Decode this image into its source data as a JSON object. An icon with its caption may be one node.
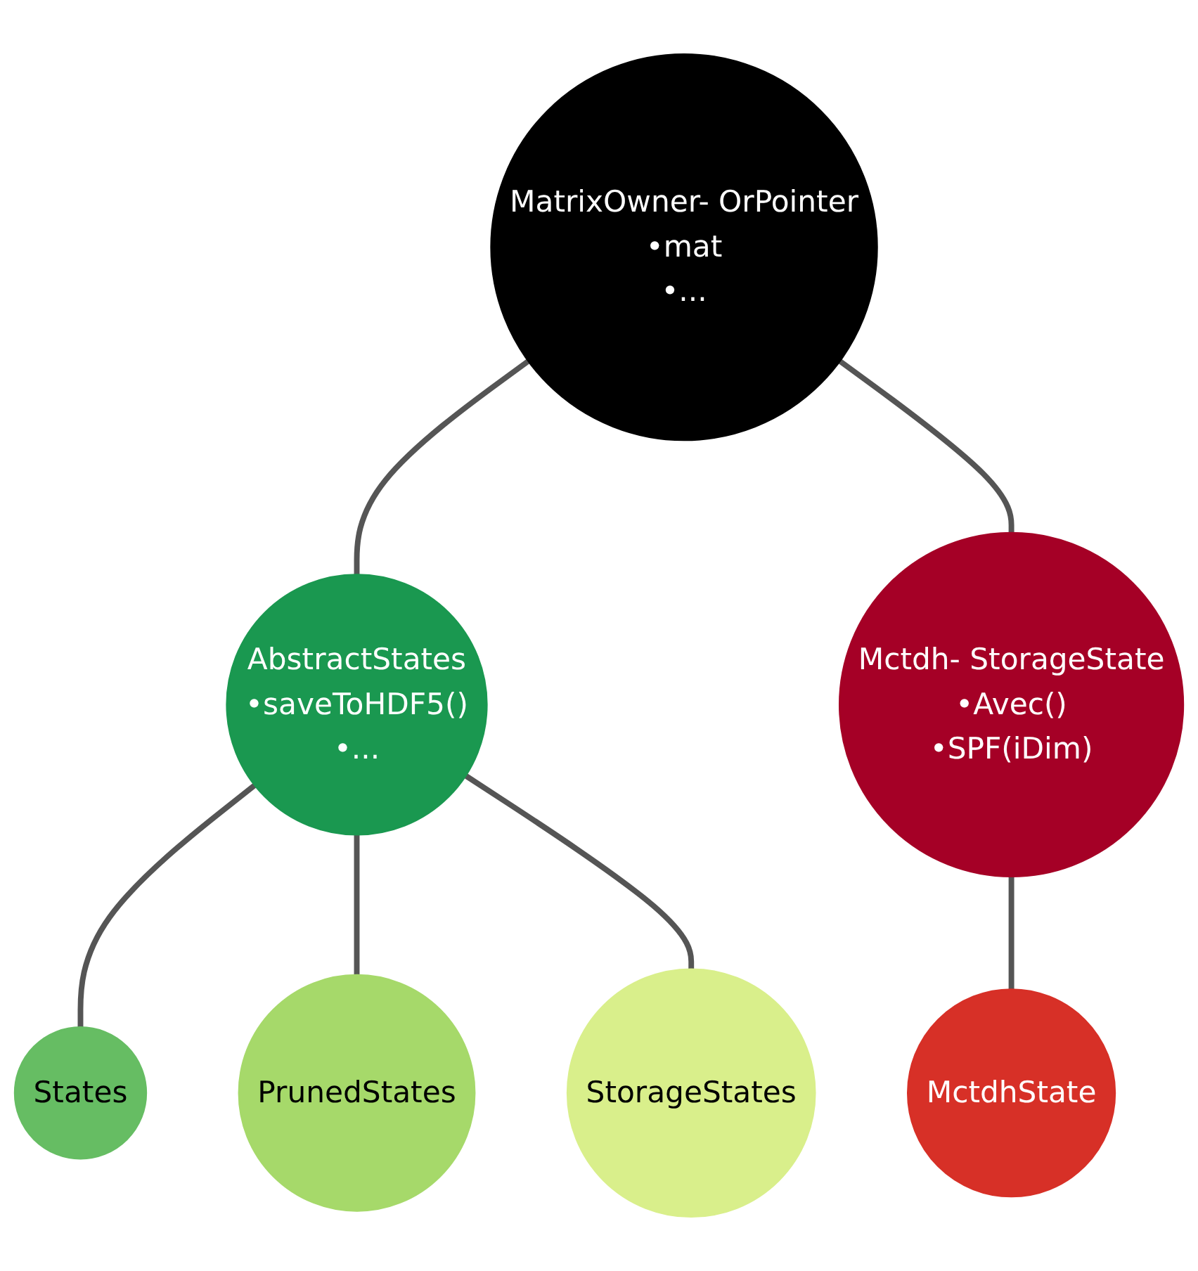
{
  "diagram": {
    "nodes": [
      {
        "text": [
          "MatrixOwner- OrPointer",
          "•mat",
          "•..."
        ]
      },
      {
        "text": [
          "AbstractStates",
          "•saveToHDF5()",
          "•..."
        ]
      },
      {
        "text": [
          "Mctdh- StorageState",
          "•Avec()",
          "•SPF(iDim)"
        ]
      },
      {
        "text": [
          "States"
        ]
      },
      {
        "text": [
          "PrunedStates"
        ]
      },
      {
        "text": [
          "StorageStates"
        ]
      },
      {
        "text": [
          "MctdhState"
        ]
      }
    ],
    "edges": [
      {
        "from": 0,
        "to": 1,
        "arrow": "none"
      },
      {
        "from": 0,
        "to": 2,
        "arrow": "none"
      },
      {
        "from": 1,
        "to": 3,
        "arrow": "none"
      },
      {
        "from": 1,
        "to": 4,
        "arrow": "none"
      },
      {
        "from": 1,
        "to": 5,
        "arrow": "none"
      },
      {
        "from": 2,
        "to": 6,
        "arrow": "none"
      }
    ]
  }
}
